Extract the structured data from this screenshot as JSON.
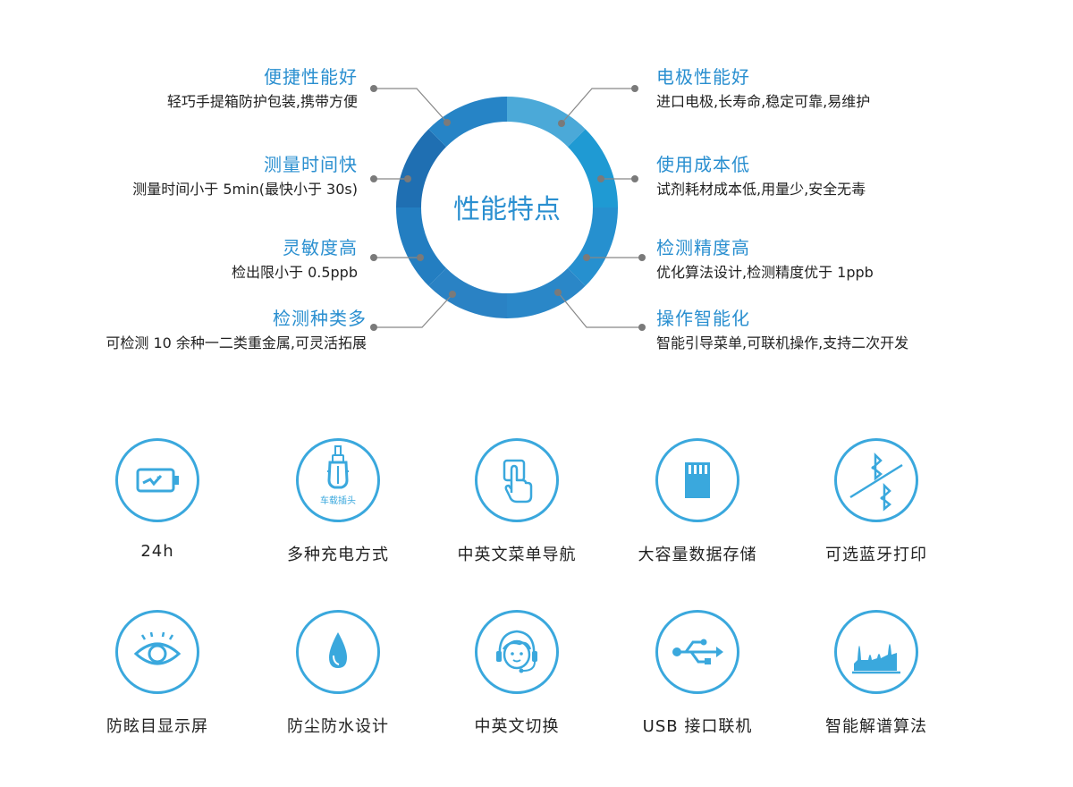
{
  "center_title": "性能特点",
  "features_left": [
    {
      "title": "便捷性能好",
      "desc": "轻巧手提箱防护包装,携带方便"
    },
    {
      "title": "测量时间快",
      "desc": "测量时间小于 5min(最快小于 30s)"
    },
    {
      "title": "灵敏度高",
      "desc": "检出限小于 0.5ppb"
    },
    {
      "title": "检测种类多",
      "desc": "可检测 10 余种一二类重金属,可灵活拓展"
    }
  ],
  "features_right": [
    {
      "title": "电极性能好",
      "desc": "进口电极,长寿命,稳定可靠,易维护"
    },
    {
      "title": "使用成本低",
      "desc": "试剂耗材成本低,用量少,安全无毒"
    },
    {
      "title": "检测精度高",
      "desc": "优化算法设计,检测精度优于 1ppb"
    },
    {
      "title": "操作智能化",
      "desc": "智能引导菜单,可联机操作,支持二次开发"
    }
  ],
  "icons_row1": [
    {
      "icon": "battery-icon",
      "label": "24h"
    },
    {
      "icon": "car-charger-icon",
      "label": "多种充电方式",
      "sublabel": "车载插头"
    },
    {
      "icon": "touch-finger-icon",
      "label": "中英文菜单导航"
    },
    {
      "icon": "sd-card-icon",
      "label": "大容量数据存储"
    },
    {
      "icon": "bluetooth-icon",
      "label": "可选蓝牙打印"
    }
  ],
  "icons_row2": [
    {
      "icon": "eye-icon",
      "label": "防眩目显示屏"
    },
    {
      "icon": "water-drop-icon",
      "label": "防尘防水设计"
    },
    {
      "icon": "headset-person-icon",
      "label": "中英文切换"
    },
    {
      "icon": "usb-icon",
      "label": "USB 接口联机"
    },
    {
      "icon": "spectrum-icon",
      "label": "智能解谱算法"
    }
  ],
  "colors": {
    "accent": "#2a8fd0",
    "icon_stroke": "#3aa8dd",
    "ring_segments": [
      "#4ba9d8",
      "#1f9ad3",
      "#2690cf",
      "#2a87c8",
      "#2a82c4",
      "#237ec1",
      "#1f6fb2",
      "#2684c6"
    ],
    "leader": "#888888"
  }
}
